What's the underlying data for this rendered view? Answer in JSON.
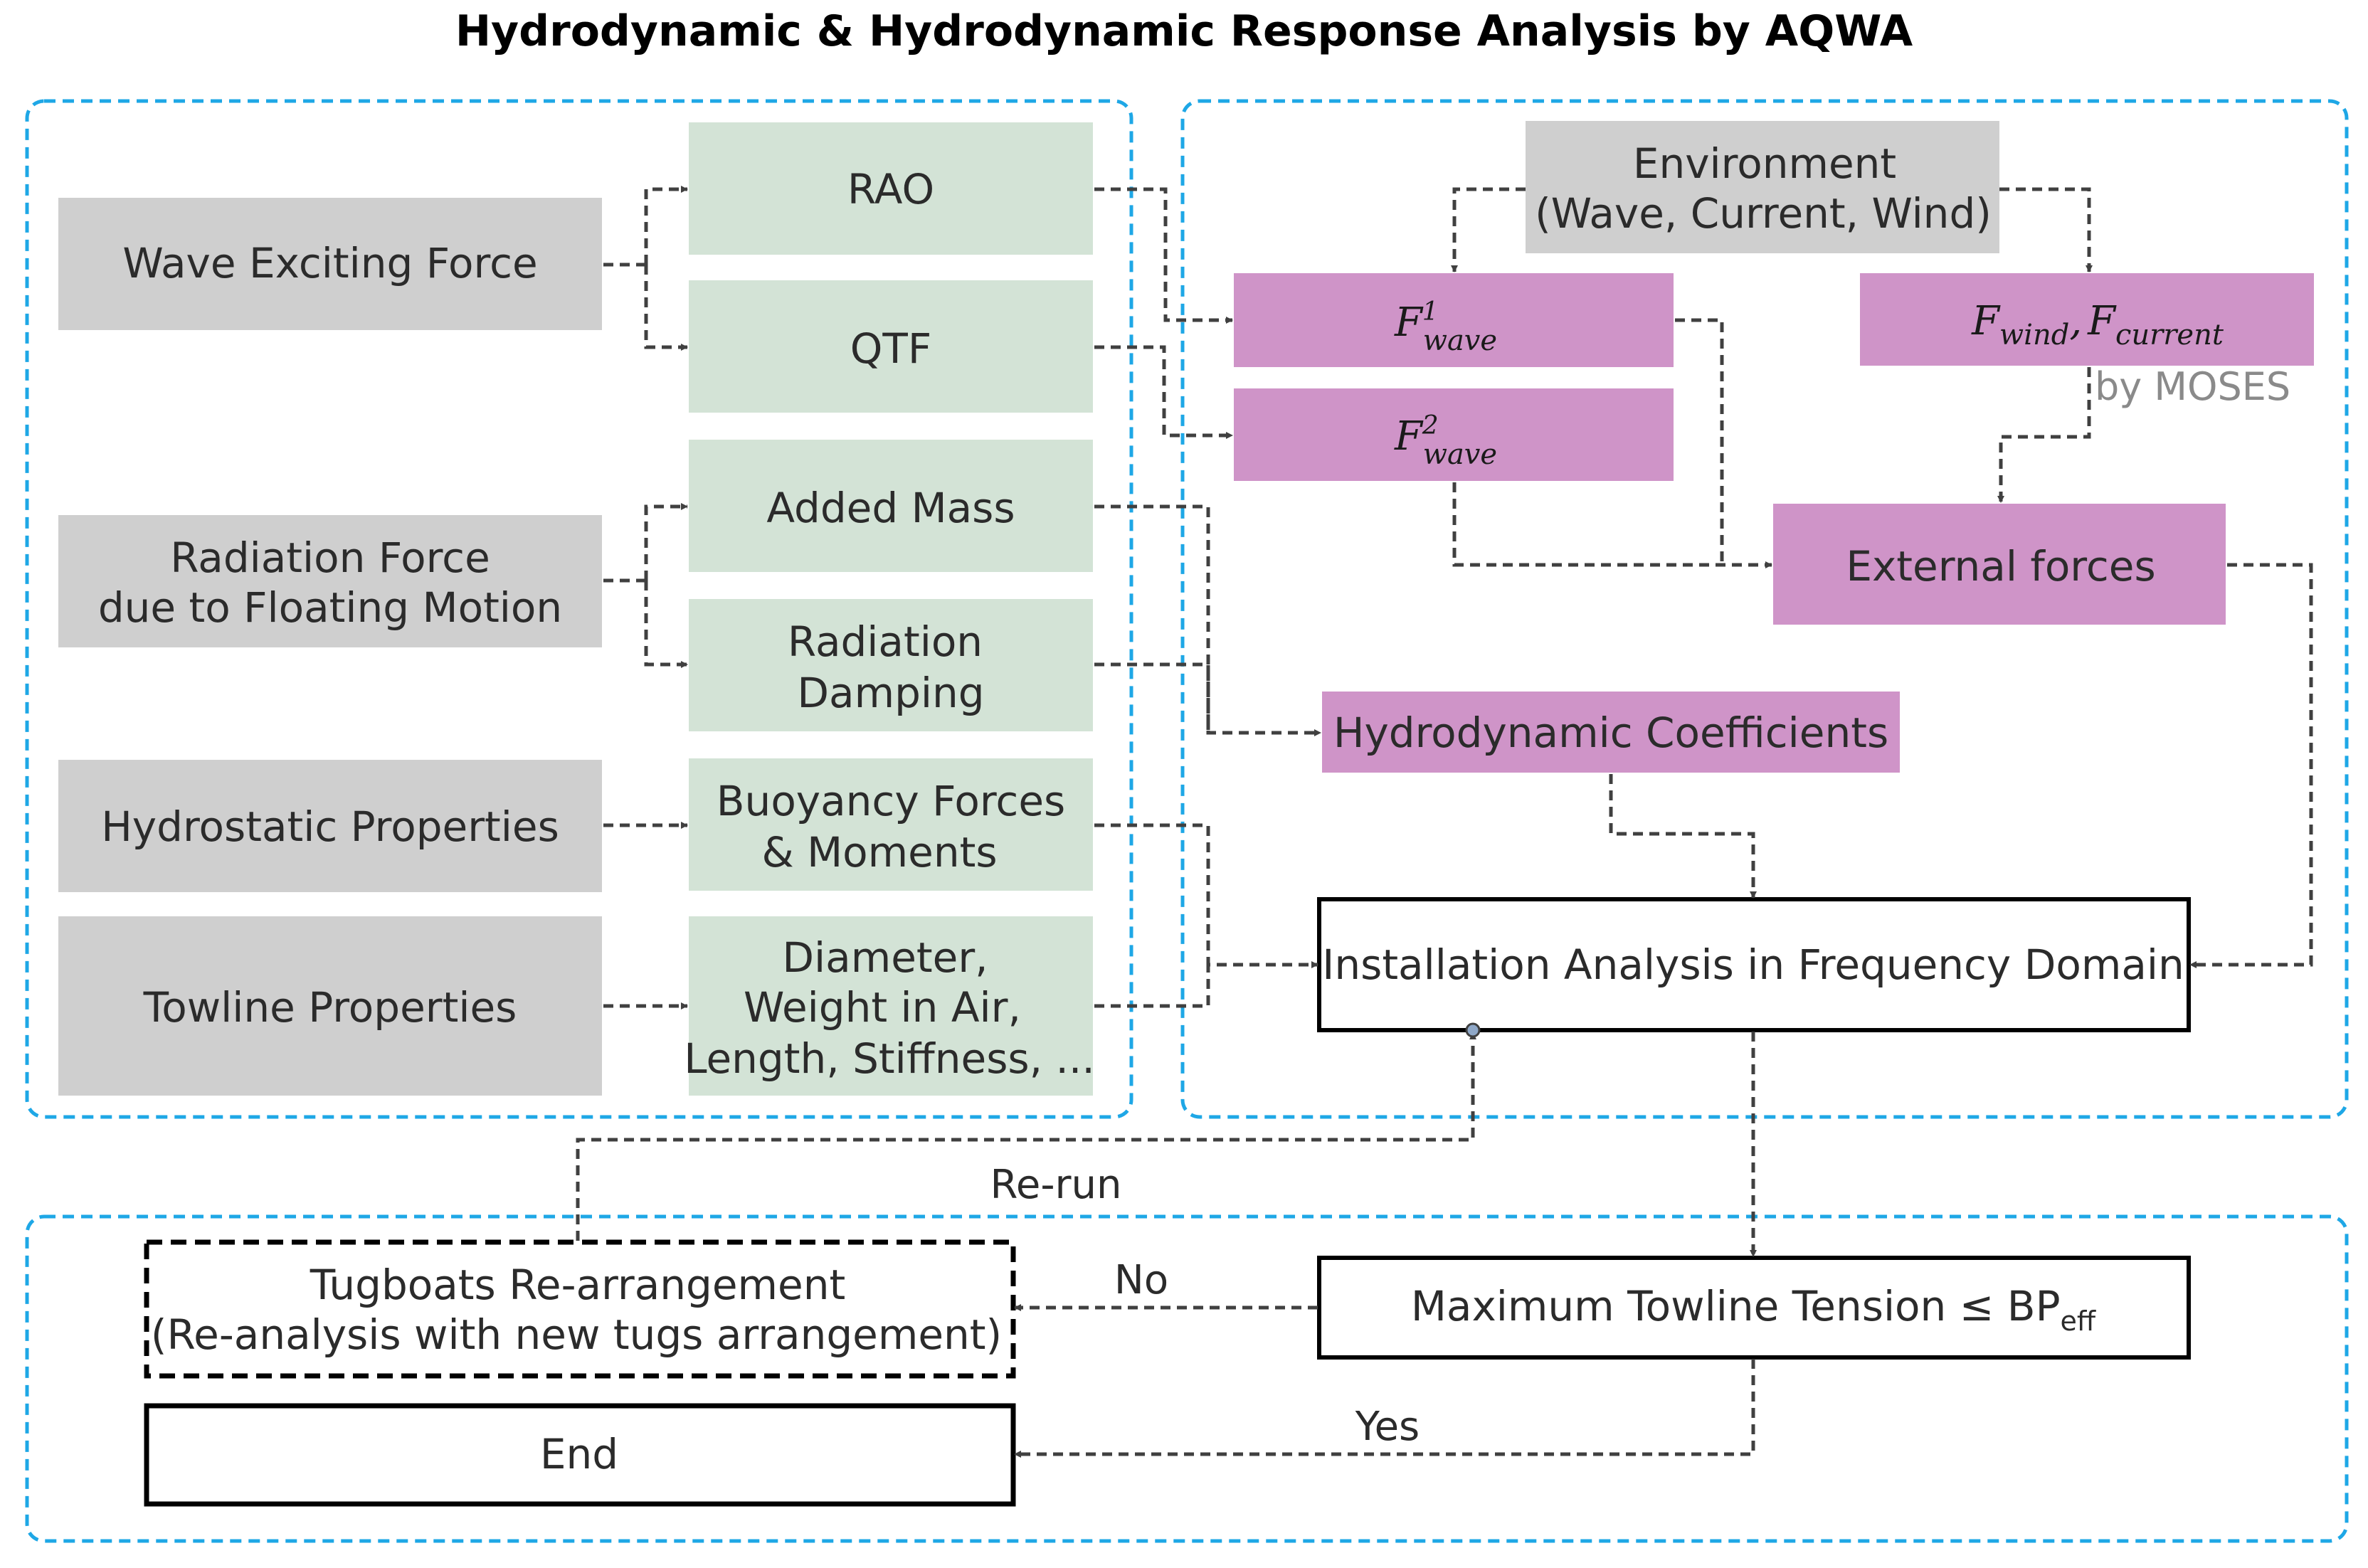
{
  "title": "Hydrodynamic & Hydrodynamic Response Analysis by AQWA",
  "colors": {
    "gray_box": "#cfcfcf",
    "green_box": "#d3e3d6",
    "purple_box": "#cf94c8",
    "frame_blue": "#1ea7e6",
    "arrow": "#404040"
  },
  "left_panel": {
    "sources": {
      "wave_exciting_force": "Wave Exciting Force",
      "radiation_force_line1": "Radiation Force",
      "radiation_force_line2": "due to Floating Motion",
      "hydrostatic_properties": "Hydrostatic Properties",
      "towline_properties": "Towline Properties"
    },
    "outputs": {
      "rao": "RAO",
      "qtf": "QTF",
      "added_mass": "Added Mass",
      "radiation_damping_line1": "Radiation",
      "radiation_damping_line2": "Damping",
      "buoyancy_line1": "Buoyancy Forces",
      "buoyancy_line2": "& Moments",
      "towline_params_line1": "Diameter,",
      "towline_params_line2": "Weight in Air,",
      "towline_params_line3": "Length, Stiffness, ..."
    }
  },
  "right_panel": {
    "environment_line1": "Environment",
    "environment_line2": "(Wave, Current, Wind)",
    "f_wave1": {
      "base": "F",
      "sup": "1",
      "sub": "wave"
    },
    "f_wave2": {
      "base": "F",
      "sup": "2",
      "sub": "wave"
    },
    "f_wind_current": {
      "f": "F",
      "wind": "wind",
      "sep": ",",
      "current": "current"
    },
    "by_moses": "by MOSES",
    "external_forces": "External forces",
    "hydrodynamic_coefficients": "Hydrodynamic Coefficients",
    "installation_analysis": "Installation Analysis in Frequency Domain"
  },
  "bottom_panel": {
    "rerun": "Re-run",
    "tugboats_line1": "Tugboats Re-arrangement",
    "tugboats_line2": "(Re-analysis with new tugs arrangement)",
    "no": "No",
    "yes": "Yes",
    "max_tension": "Maximum Towline Tension ≤ BP",
    "max_tension_sub": "eff",
    "end": "End"
  }
}
